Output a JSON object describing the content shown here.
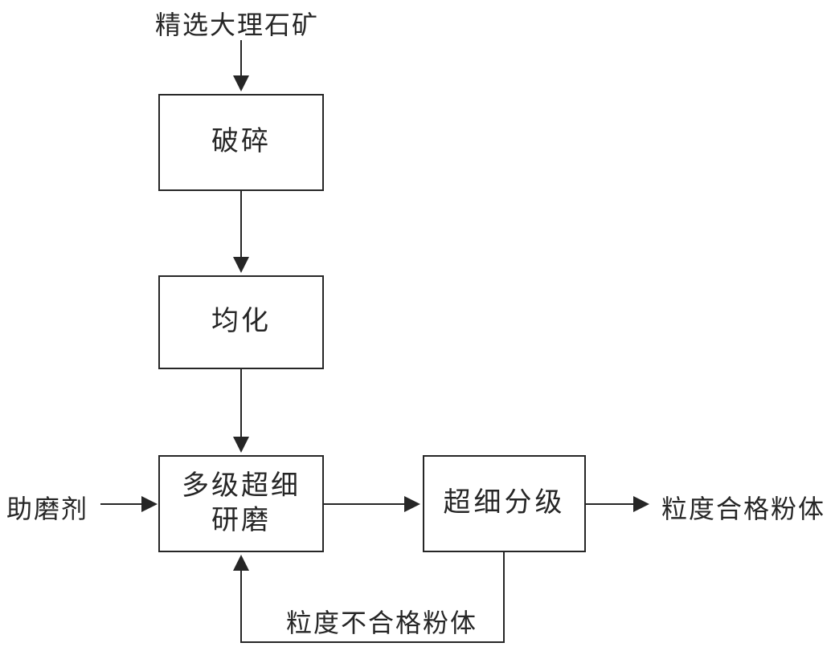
{
  "diagram": {
    "type": "flowchart",
    "background_color": "#ffffff",
    "line_color": "#262626",
    "text_color": "#262626",
    "nodes": [
      {
        "id": "crush",
        "label": "破碎"
      },
      {
        "id": "homogenize",
        "label": "均化"
      },
      {
        "id": "grind",
        "label": "多级超细研磨",
        "line1": "多级超细",
        "line2": "研磨"
      },
      {
        "id": "classify",
        "label": "超细分级"
      }
    ],
    "labels": {
      "input_material": "精选大理石矿",
      "grinding_aid": "助磨剂",
      "qualified_output": "粒度合格粉体",
      "recycle": "粒度不合格粉体"
    },
    "edges": [
      {
        "from": "input_material",
        "to": "crush",
        "style": "arrow-down"
      },
      {
        "from": "crush",
        "to": "homogenize",
        "style": "arrow-down"
      },
      {
        "from": "homogenize",
        "to": "grind",
        "style": "arrow-down"
      },
      {
        "from": "grinding_aid",
        "to": "grind",
        "style": "arrow-right"
      },
      {
        "from": "grind",
        "to": "classify",
        "style": "arrow-right"
      },
      {
        "from": "classify",
        "to": "qualified_output",
        "style": "arrow-right"
      },
      {
        "from": "classify",
        "to": "grind",
        "style": "recycle-loop",
        "label": "粒度不合格粉体"
      }
    ]
  }
}
